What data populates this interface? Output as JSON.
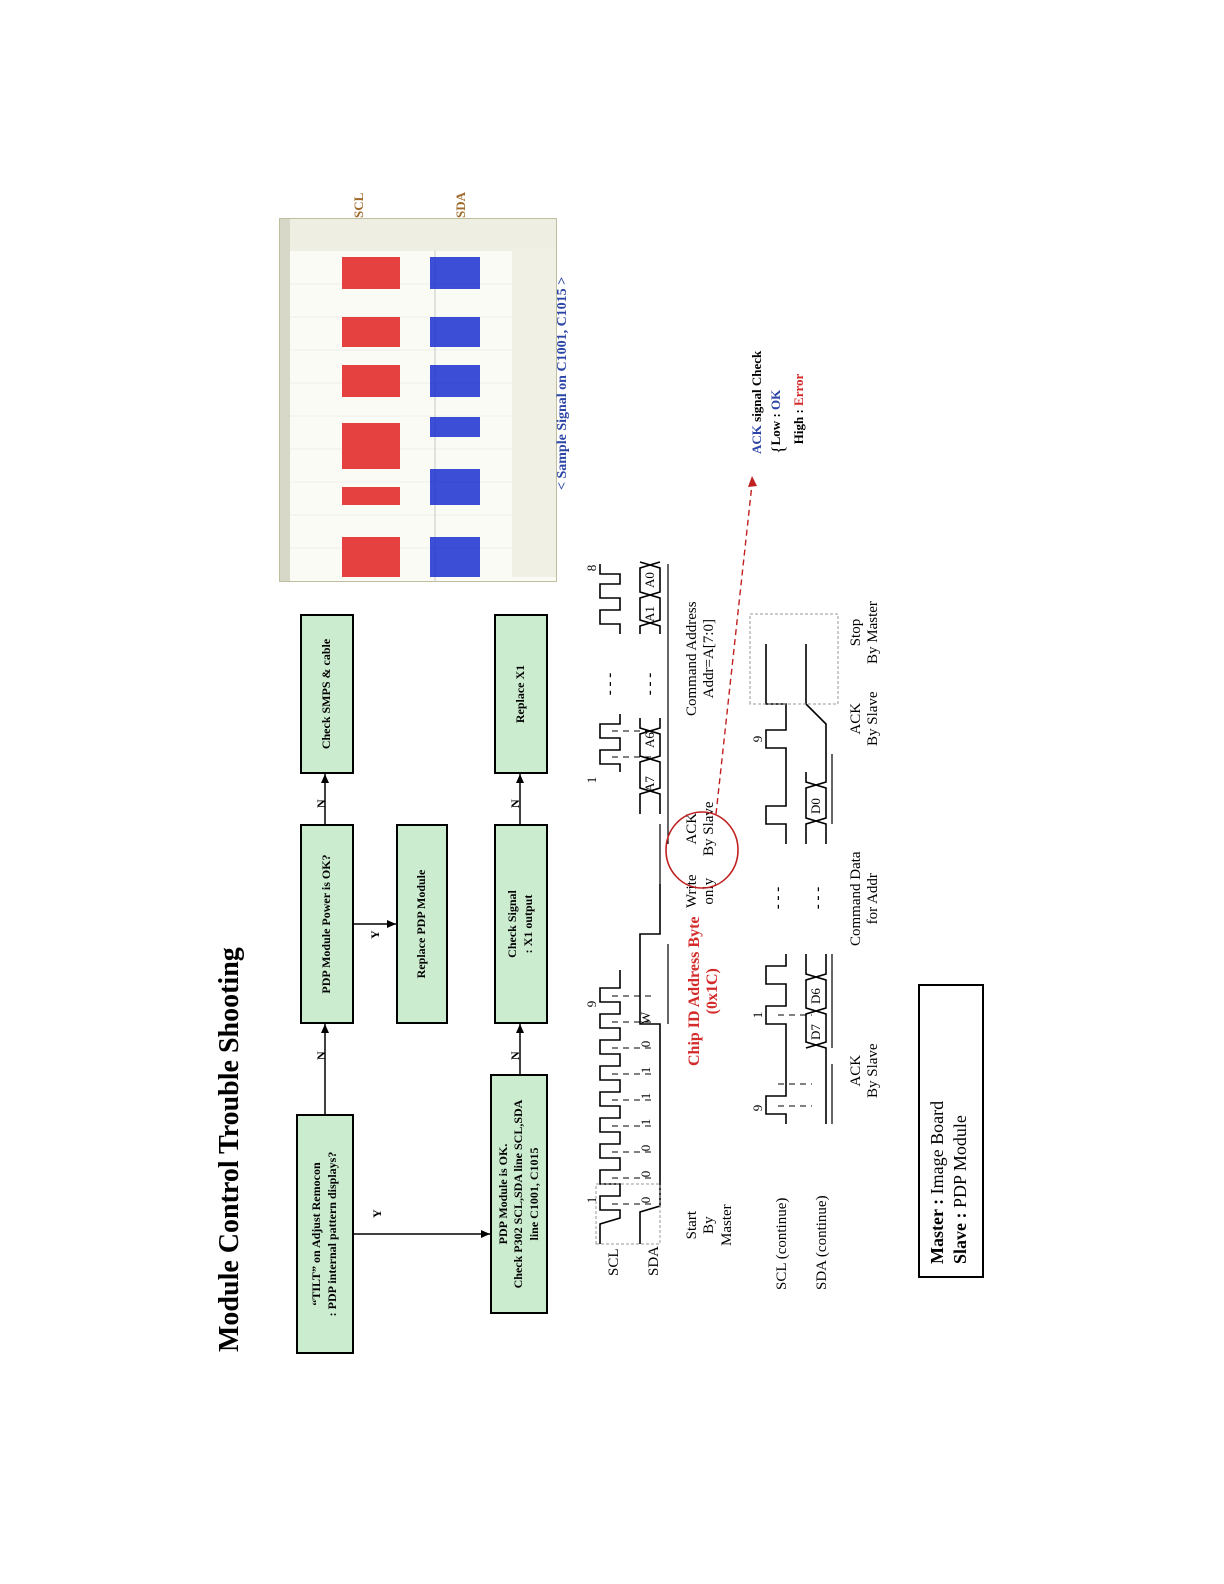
{
  "title": "Module Control Trouble Shooting",
  "flow": {
    "box_tilt": [
      "“TILT” on Adjust Remocon",
      ": PDP internal pattern displays?"
    ],
    "box_power": "PDP Module Power is OK?",
    "box_smps": "Check SMPS & cable",
    "box_replace_module": "Replace PDP Module",
    "box_pdp_ok": [
      "PDP Module is OK.",
      "Check P302 SCL,SDA line SCL,SDA",
      "line C1001, C1015"
    ],
    "box_check_signal": [
      "Check Signal",
      ": X1 output"
    ],
    "box_replace_x1": "Replace X1",
    "y": "Y",
    "n": "N"
  },
  "timing": {
    "scl": "SCL",
    "sda": "SDA",
    "scl_cont": "SCL (continue)",
    "sda_cont": "SDA (continue)",
    "clock_num_1": "1",
    "clock_num_9": "9",
    "clock_num_8": "8",
    "bits": [
      "0",
      "0",
      "0",
      "1",
      "1",
      "1",
      "0",
      "W"
    ],
    "start": [
      "Start",
      "By",
      "Master"
    ],
    "chip_id": [
      "Chip ID Address Byte",
      "(0x1C)"
    ],
    "write_only": [
      "Write",
      "only"
    ],
    "ack_slave": [
      "ACK",
      "By Slave"
    ],
    "cmd_addr": [
      "Command Address",
      "Addr=A[7:0]"
    ],
    "a7": "A7",
    "a6": "A6",
    "a1": "A1",
    "a0": "A0",
    "d7": "D7",
    "d6": "D6",
    "d0": "D0",
    "cmd_data": [
      "Command Data",
      "for Addr"
    ],
    "stop": [
      "Stop",
      "By Master"
    ],
    "dots": "- - -"
  },
  "scope": {
    "scl_label": "SCL",
    "sda_label": "SDA",
    "caption": "< Sample Signal on C1001, C1015 >"
  },
  "ack_check": {
    "ack": "ACK",
    "title_rest": "signal Check",
    "low_label": "Low : ",
    "low_val": "OK",
    "high_label": "High : ",
    "high_val": "Error"
  },
  "legend": {
    "master_label": "Master :",
    "master_val": "Image Board",
    "slave_label": "Slave :",
    "slave_val": "PDP Module"
  },
  "colors": {
    "box_fill": "#ccecd0",
    "red": "#d32a2a",
    "blue": "#2b44a6",
    "scl_trace": "#e02020",
    "sda_trace": "#1a2fd0"
  }
}
